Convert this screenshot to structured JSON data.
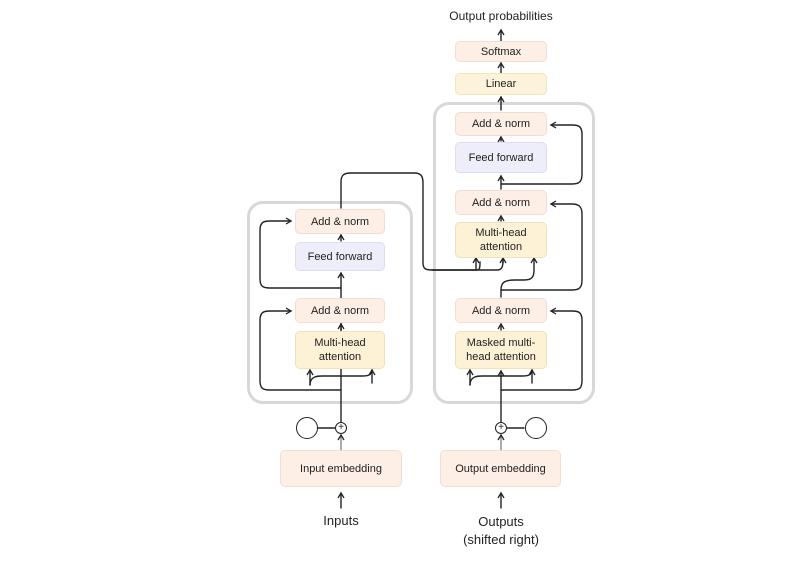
{
  "encoder": {
    "input_label": "Inputs",
    "embedding": "Input embedding",
    "attention": "Multi-head attention",
    "add_norm_1": "Add & norm",
    "feed_forward": "Feed forward",
    "add_norm_2": "Add & norm"
  },
  "decoder": {
    "output_label_line1": "Outputs",
    "output_label_line2": "(shifted right)",
    "embedding": "Output embedding",
    "masked_attention": "Masked multi-head attention",
    "add_norm_1": "Add & norm",
    "cross_attention": "Multi-head attention",
    "add_norm_2": "Add & norm",
    "feed_forward": "Feed forward",
    "add_norm_3": "Add & norm"
  },
  "head": {
    "linear": "Linear",
    "softmax": "Softmax",
    "output_probabilities": "Output probabilities"
  },
  "icons": {
    "positional_encoding": "sine-wave-icon",
    "sum": "plus-circle-icon"
  },
  "colors": {
    "add_norm": "#fdeee6",
    "attention": "#fdf2d6",
    "feed_forward": "#eeeefb",
    "stack_border": "#d8d8d8",
    "connector": "#222222"
  }
}
